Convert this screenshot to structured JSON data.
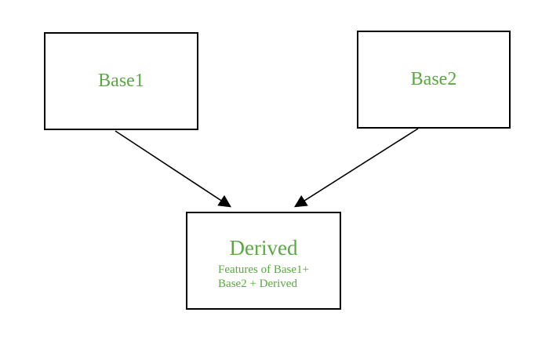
{
  "diagram": {
    "nodes": {
      "base1": {
        "label": "Base1"
      },
      "base2": {
        "label": "Base2"
      },
      "derived": {
        "label": "Derived",
        "features_line1": "Features of Base1+",
        "features_line2": "Base2 + Derived"
      }
    },
    "edges": [
      {
        "from": "base1",
        "to": "derived",
        "style": "arrow"
      },
      {
        "from": "base2",
        "to": "derived",
        "style": "arrow"
      }
    ],
    "colors": {
      "text_green": "#5aa843",
      "border": "#000000",
      "arrow": "#000000",
      "background": "#ffffff"
    }
  }
}
